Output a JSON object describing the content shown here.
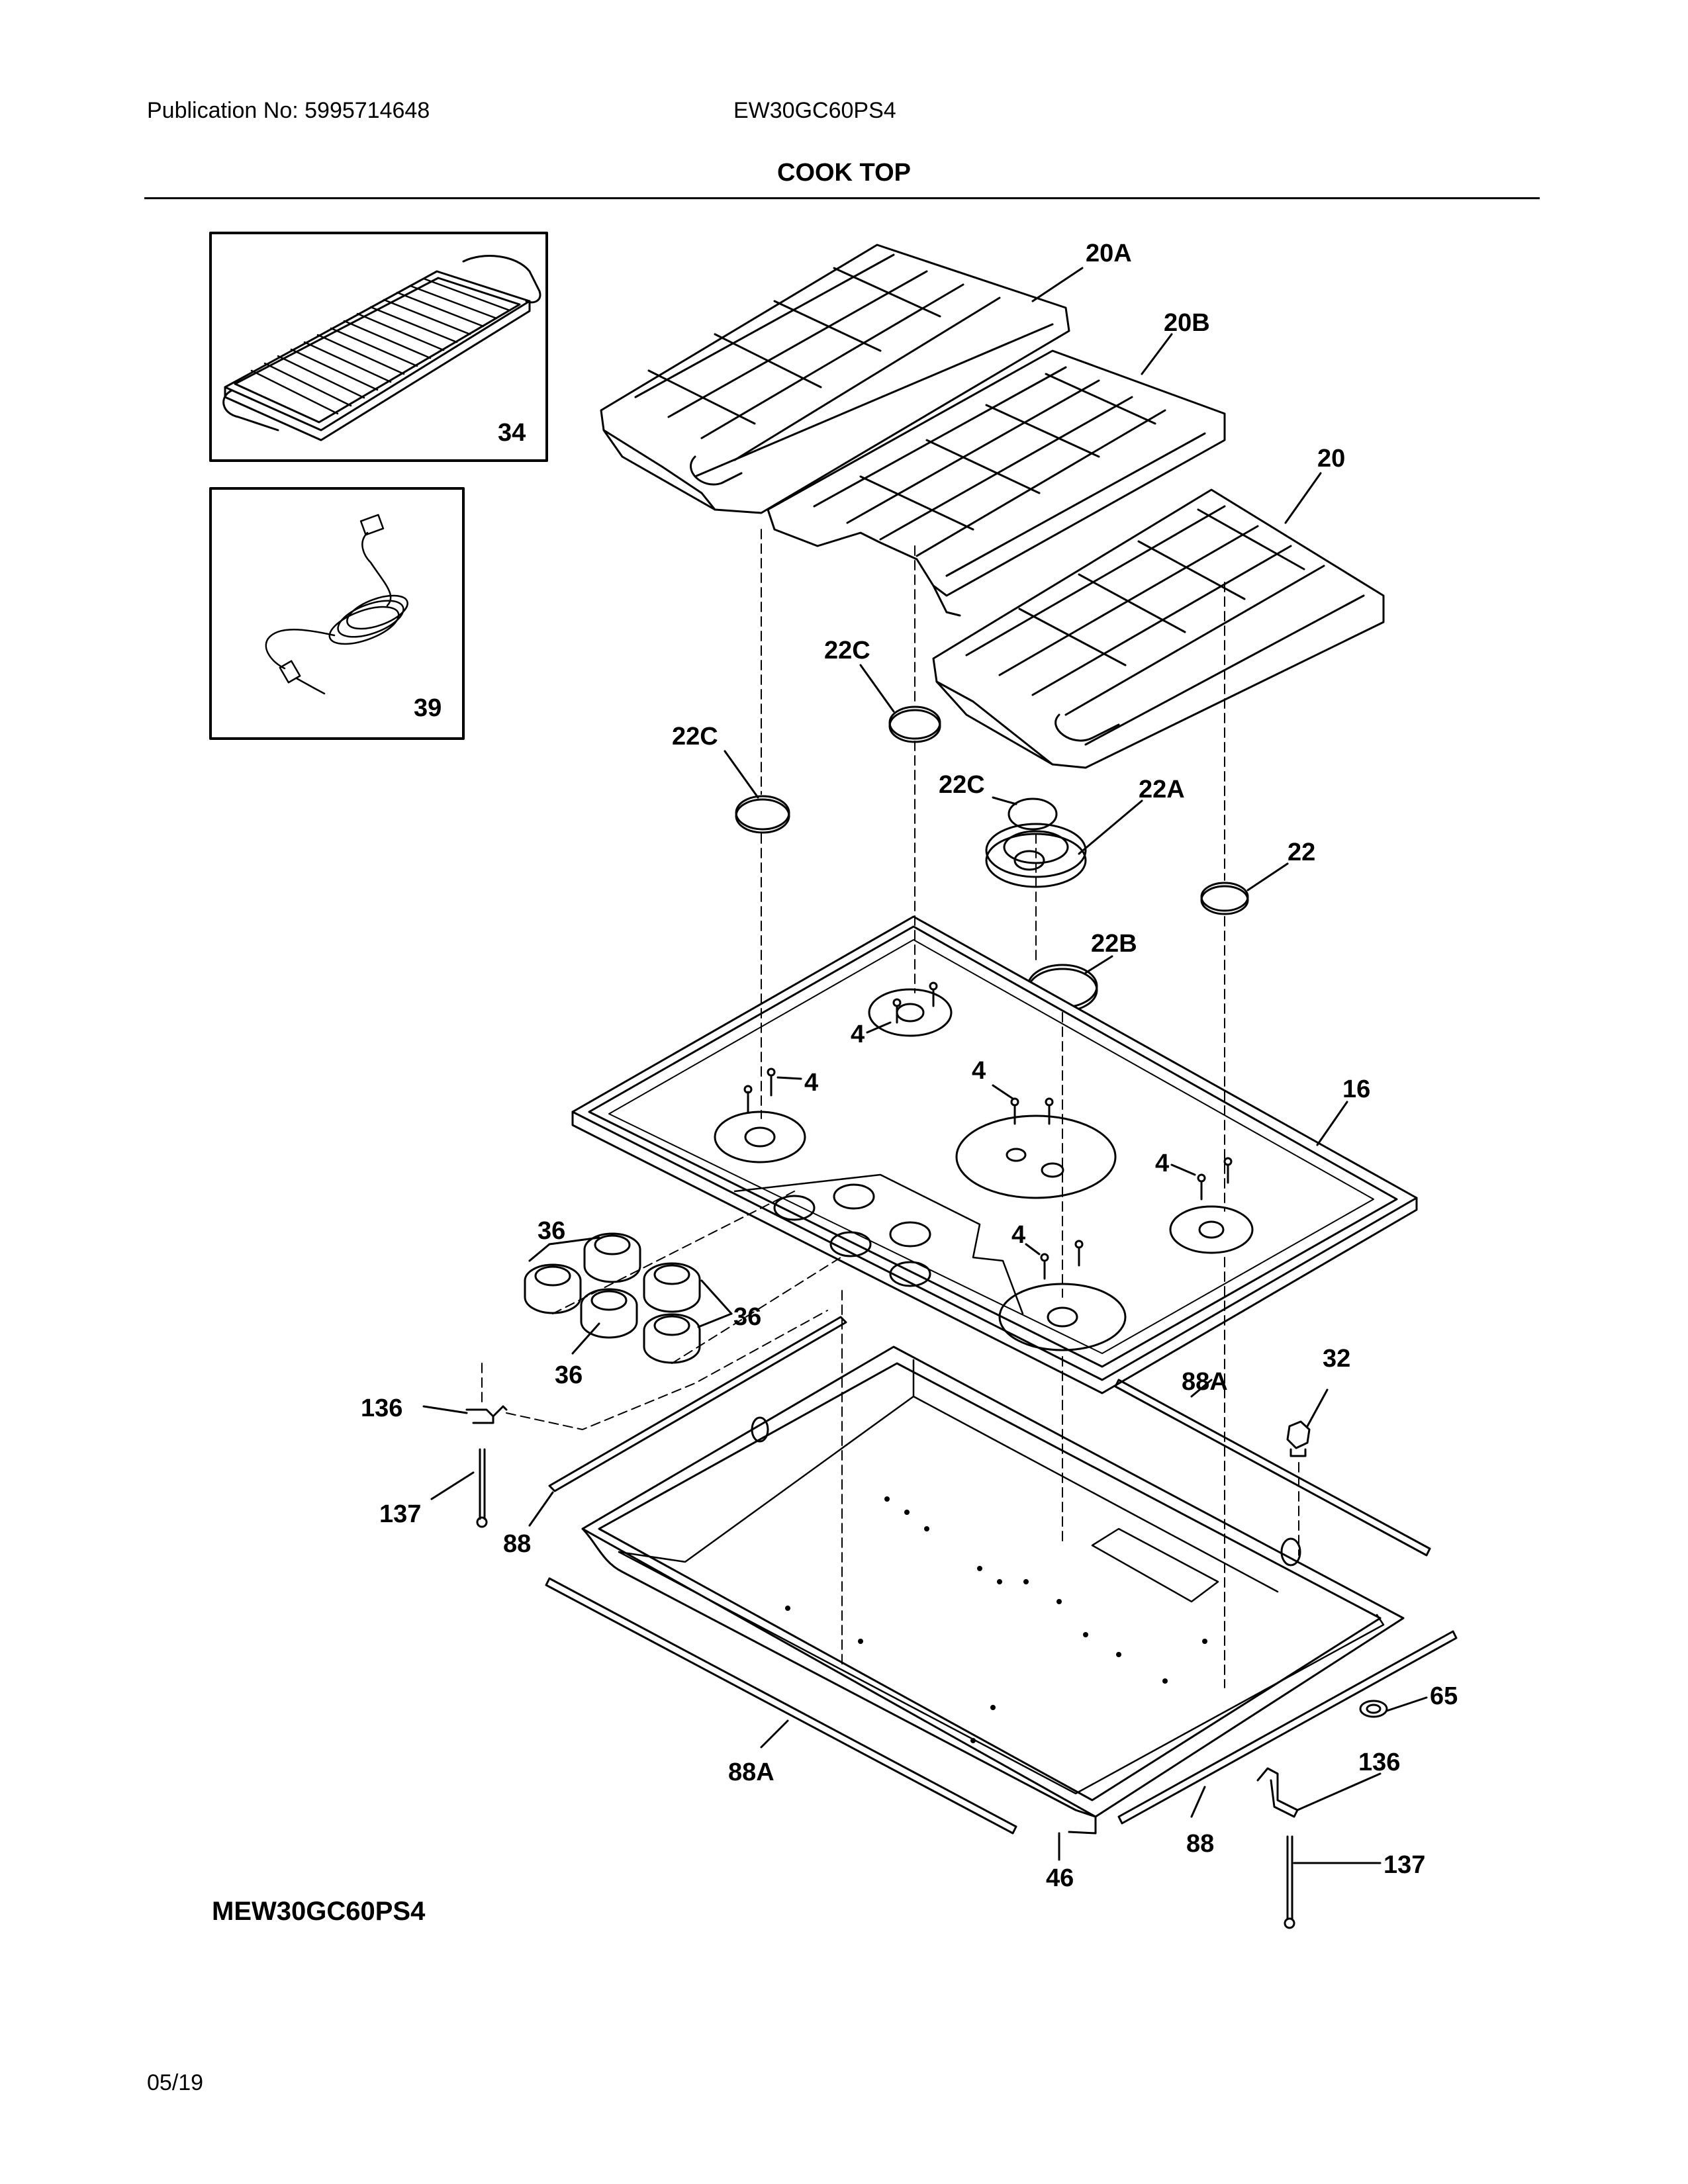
{
  "header": {
    "publication": "Publication No: 5995714648",
    "model": "EW30GC60PS4",
    "section_title": "COOK TOP"
  },
  "parts": {
    "p34": "34",
    "p39": "39",
    "p20A": "20A",
    "p20B": "20B",
    "p20": "20",
    "p22C_a": "22C",
    "p22C_b": "22C",
    "p22C_c": "22C",
    "p22A": "22A",
    "p22": "22",
    "p22B": "22B",
    "p16": "16",
    "p4_a": "4",
    "p4_b": "4",
    "p4_c": "4",
    "p4_d": "4",
    "p4_e": "4",
    "p36_a": "36",
    "p36_b": "36",
    "p36_c": "36",
    "p136_a": "136",
    "p137_a": "137",
    "p88_a": "88",
    "p88A_a": "88A",
    "p32": "32",
    "p65": "65",
    "p136_b": "136",
    "p137_b": "137",
    "p88_b": "88",
    "p88A_b": "88A",
    "p46": "46"
  },
  "footer": {
    "model": "MEW30GC60PS4",
    "date": "05/19"
  }
}
